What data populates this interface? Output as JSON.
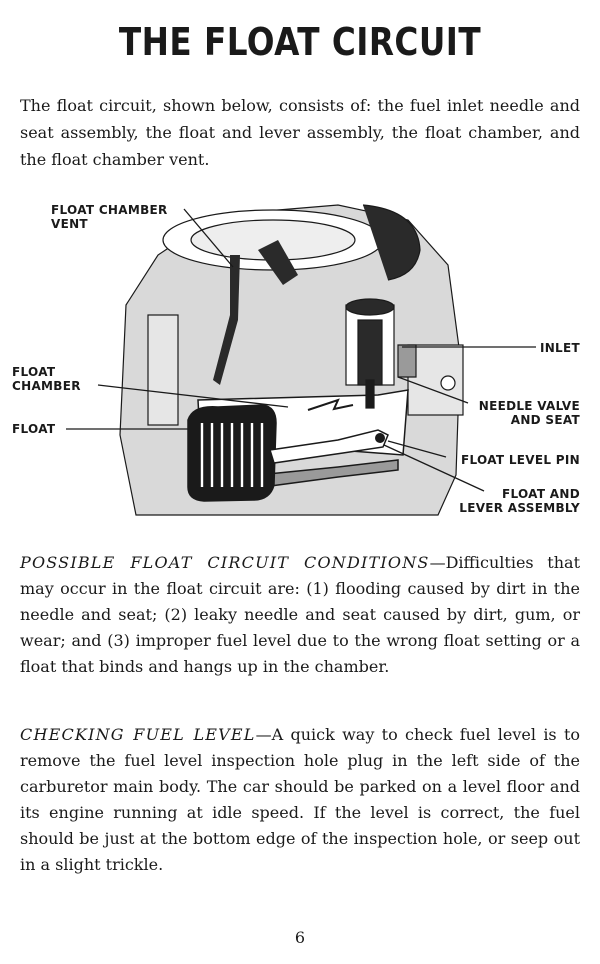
{
  "title": "THE FLOAT CIRCUIT",
  "intro": "The float circuit, shown below, consists of: the fuel inlet needle and seat assembly, the float and lever assembly, the float chamber, and the float chamber vent.",
  "diagram": {
    "labels": {
      "vent_line1": "FLOAT CHAMBER",
      "vent_line2": "VENT",
      "chamber_line1": "FLOAT",
      "chamber_line2": "CHAMBER",
      "float": "FLOAT",
      "inlet": "INLET",
      "needle_line1": "NEEDLE VALVE",
      "needle_line2": "AND SEAT",
      "level_pin": "FLOAT LEVEL PIN",
      "lever_line1": "FLOAT AND",
      "lever_line2": "LEVER ASSEMBLY"
    },
    "colors": {
      "ink": "#1a1a1a",
      "paper": "#ffffff",
      "shade": "#9a9a9a",
      "metal": "#d9d9d9"
    }
  },
  "sections": [
    {
      "heading": "POSSIBLE FLOAT CIRCUIT CONDITIONS",
      "body": "—Difficulties that may occur in the float circuit are: (1) flooding caused by dirt in the needle and seat; (2) leaky needle and seat caused by dirt, gum, or wear; and (3) improper fuel level due to the wrong float setting or a float that binds and hangs up in the chamber."
    },
    {
      "heading": "CHECKING FUEL LEVEL",
      "body": "—A quick way to check fuel level is to remove the fuel level inspection hole plug in the left side of the carburetor main body. The car should be parked on a level floor and its engine running at idle speed. If the level is correct, the fuel should be just at the bottom edge of the inspection hole, or seep out in a slight trickle."
    }
  ],
  "page_number": "6"
}
